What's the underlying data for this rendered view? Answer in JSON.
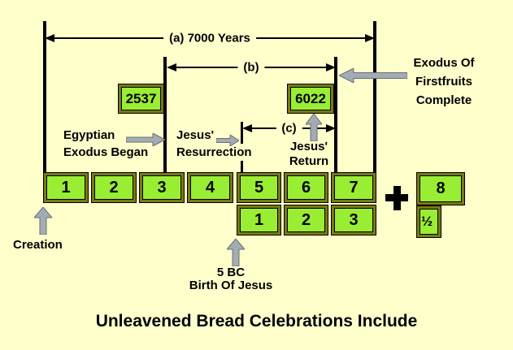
{
  "page": {
    "background": "#FFFFCC",
    "title": "Unleavened Bread Celebrations Include"
  },
  "colors": {
    "box_fill": "#99EE33",
    "box_frame": "#7A7A12",
    "line": "#000000",
    "arrow_gray": "#A3ABB3"
  },
  "measures": {
    "a": "(a) 7000 Years",
    "b": "(b)",
    "c": "(c)"
  },
  "badges": {
    "exodus_year": "2537",
    "return_year": "6022"
  },
  "labels": {
    "creation": "Creation",
    "egyptian": [
      "Egyptian",
      "Exodus Began"
    ],
    "resurrection": [
      "Jesus'",
      "Resurrection"
    ],
    "jesus_return": [
      "Jesus'",
      "Return"
    ],
    "firstfruits": [
      "Exodus Of",
      "Firstfruits",
      "Complete"
    ],
    "birth": [
      "5 BC",
      "Birth Of Jesus"
    ]
  },
  "timeline": {
    "row1": [
      "1",
      "2",
      "3",
      "4",
      "5",
      "6",
      "7"
    ],
    "row2": [
      "1",
      "2",
      "3"
    ],
    "plus": "+",
    "eighth": "8",
    "half": "½"
  }
}
